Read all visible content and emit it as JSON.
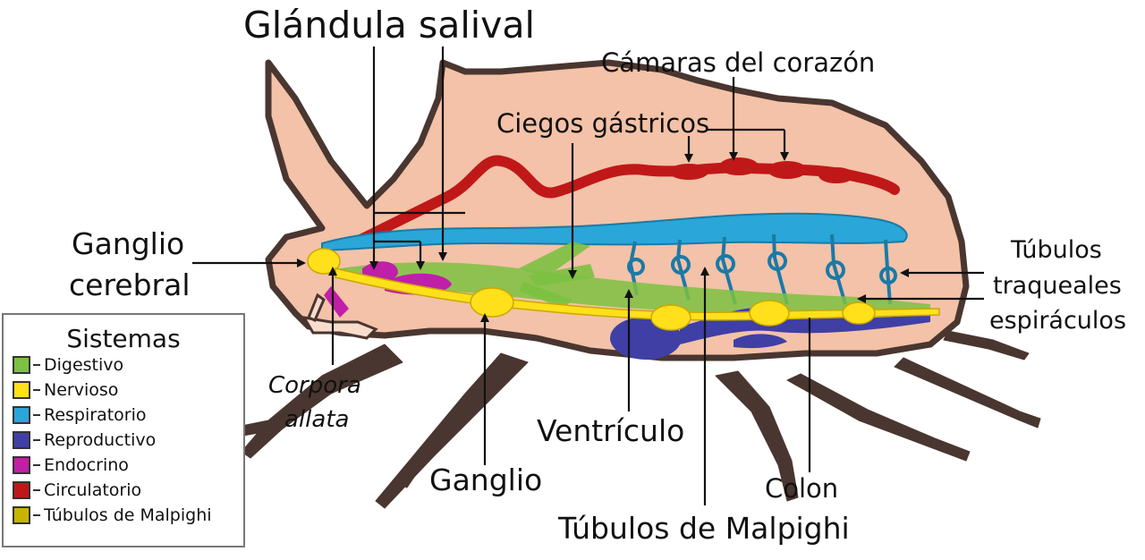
{
  "labels": {
    "glandula_salival": "Glándula salival",
    "camaras_corazon": "Cámaras del corazón",
    "ciegos_gastricos": "Ciegos gástricos",
    "ganglio_cerebral_1": "Ganglio",
    "ganglio_cerebral_2": "cerebral",
    "tubulos_traqueales_1": "Túbulos",
    "tubulos_traqueales_2": "traqueales",
    "tubulos_traqueales_3": "espiráculos",
    "corpora_1": "Corpora",
    "corpora_2": "allata",
    "ventriculo": "Ventrículo",
    "ganglio": "Ganglio",
    "colon": "Colon",
    "tubulos_malpighi": "Túbulos de Malpighi"
  },
  "legend": {
    "title": "Sistemas",
    "items": [
      {
        "label": "Digestivo",
        "color": "#7cc142"
      },
      {
        "label": "Nervioso",
        "color": "#ffe01a"
      },
      {
        "label": "Respiratorio",
        "color": "#2aa6d8"
      },
      {
        "label": "Reproductivo",
        "color": "#3f3fa6"
      },
      {
        "label": "Endocrino",
        "color": "#c01fa8"
      },
      {
        "label": "Circulatorio",
        "color": "#c01818"
      },
      {
        "label": "Túbulos de Malpighi",
        "color": "#c8b400"
      }
    ]
  },
  "colors": {
    "body_fill": "#f3c2a8",
    "body_outline": "#4a3630",
    "legs": "#4a3630",
    "digestive": "#7cc142",
    "nervous": "#ffe01a",
    "respiratory": "#2aa6d8",
    "reproductive": "#3f3fa6",
    "endocrine": "#c01fa8",
    "circulatory": "#c01818",
    "malpighi": "#c8b400"
  }
}
